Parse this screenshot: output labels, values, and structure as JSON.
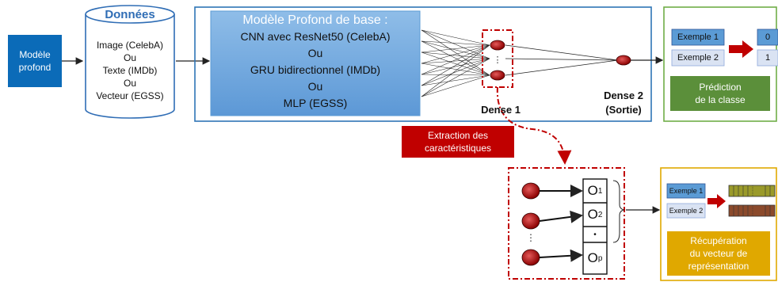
{
  "model_box": {
    "line1": "Modèle",
    "line2": "profond",
    "color": "#0b6bb8"
  },
  "data_cylinder": {
    "title": "Données",
    "lines": [
      "Image (CelebA)",
      "Ou",
      "Texte (IMDb)",
      "Ou",
      "Vecteur (EGSS)"
    ]
  },
  "base_model": {
    "title": "Modèle Profond de base :",
    "lines": [
      "CNN avec ResNet50 (CelebA)",
      "Ou",
      "GRU bidirectionnel (IMDb)",
      "Ou",
      "MLP (EGSS)"
    ]
  },
  "dense1_label": "Dense 1",
  "dense2_label": {
    "line1": "Dense 2",
    "line2": "(Sortie)"
  },
  "prediction": {
    "rows": [
      {
        "example": "Exemple 1",
        "value": "0"
      },
      {
        "example": "Exemple 2",
        "value": "1"
      }
    ],
    "caption": {
      "line1": "Prédiction",
      "line2": "de la classe"
    },
    "color": "#5b8f3a"
  },
  "extraction": {
    "line1": "Extraction des",
    "line2": "caractéristiques",
    "color": "#c00000"
  },
  "outputs": {
    "o1": "O",
    "o1_sub": "1",
    "o2": "O",
    "o2_sub": "2",
    "dot": "•",
    "op": "O",
    "op_sub": "p"
  },
  "representation": {
    "rows": [
      {
        "example": "Exemple 1"
      },
      {
        "example": "Exemple 2"
      }
    ],
    "caption": {
      "line1": "Récupération",
      "line2": "du vecteur de",
      "line3": "représentation"
    },
    "color": "#e0a800"
  }
}
